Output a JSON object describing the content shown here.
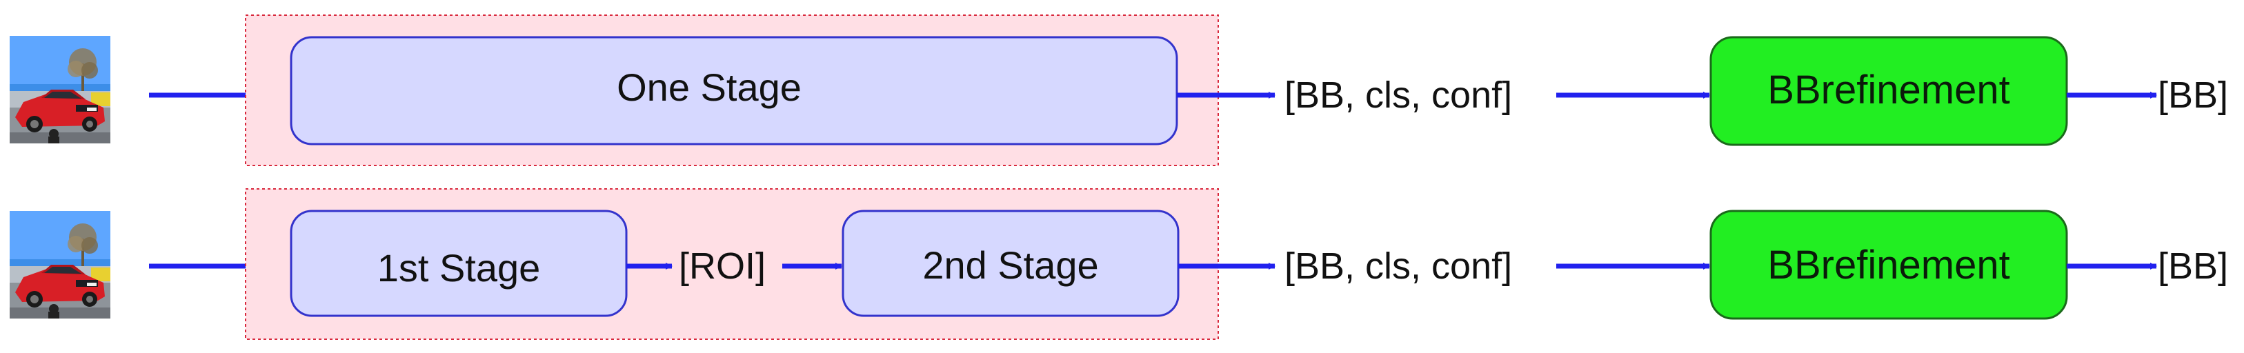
{
  "colors": {
    "arrow": "#2121ee",
    "container_fill": "#ffdfe5",
    "container_border": "#d8283c",
    "stage_fill": "#d6d8ff",
    "stage_border": "#3333cc",
    "refine_fill": "#22ee22",
    "refine_border": "#1a6a1a"
  },
  "one_stage_pipeline": {
    "input_icon": "car-photo",
    "stage_label": "One Stage",
    "output_label": "[BB, cls, conf]",
    "refine_label": "BBrefinement",
    "final_label": "[BB]"
  },
  "two_stage_pipeline": {
    "input_icon": "car-photo",
    "stage1_label": "1st Stage",
    "roi_label": "[ROI]",
    "stage2_label": "2nd Stage",
    "output_label": "[BB, cls, conf]",
    "refine_label": "BBrefinement",
    "final_label": "[BB]"
  }
}
